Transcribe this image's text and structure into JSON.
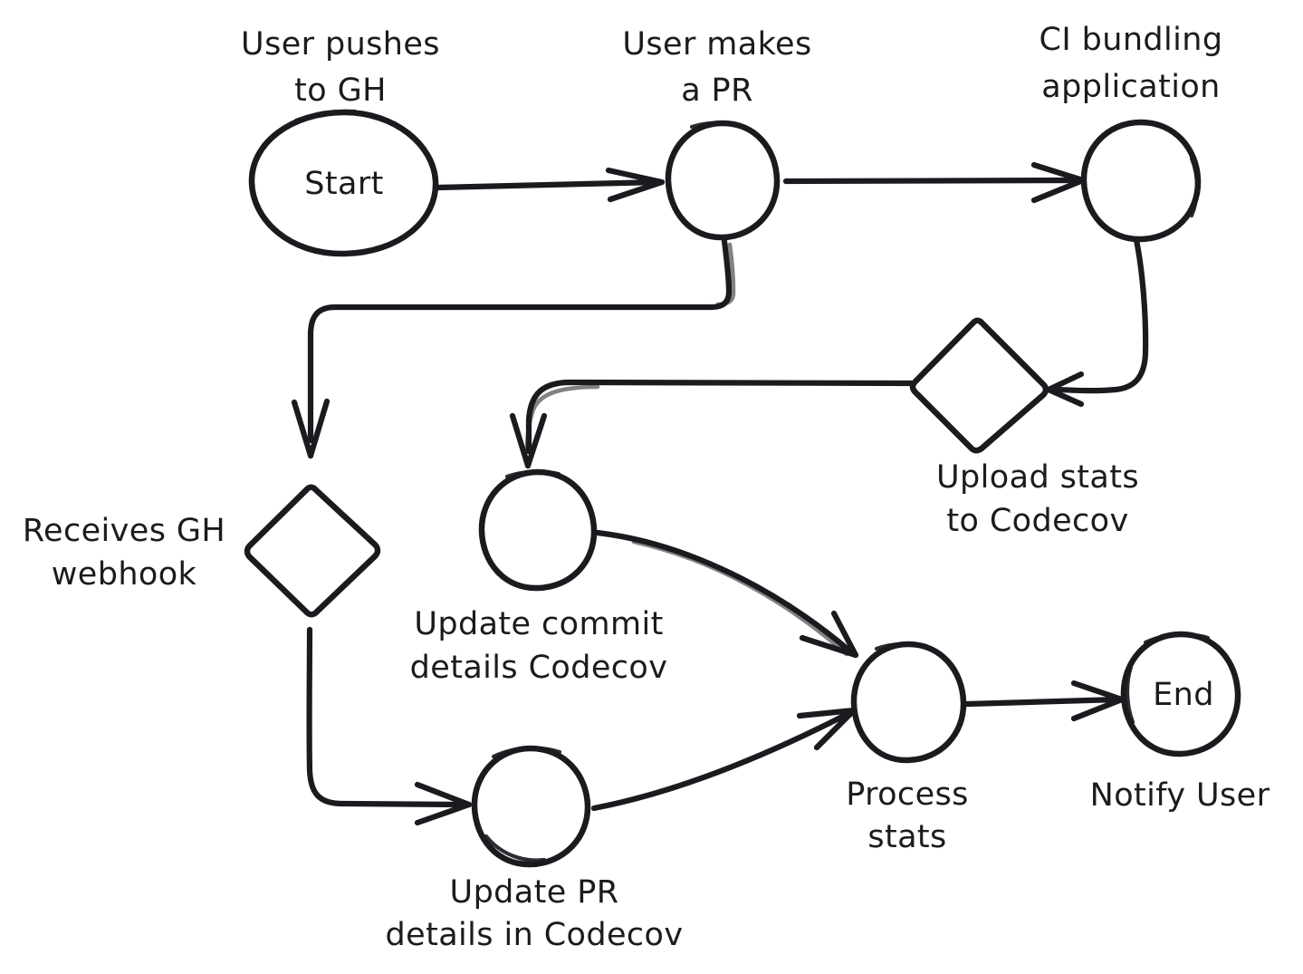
{
  "diagram": {
    "title": "Codecov bundle analysis pipeline flowchart",
    "style": "hand-drawn",
    "background_color": "#ffffff",
    "stroke_color": "#1b1b1f",
    "nodes": [
      {
        "id": "start",
        "shape": "ellipse",
        "inner_text": "Start",
        "label": "User pushes\nto GH",
        "label_line1": "User pushes",
        "label_line2": "to GH",
        "label_position": "above"
      },
      {
        "id": "pr",
        "shape": "circle",
        "inner_text": "",
        "label_line1": "User makes",
        "label_line2": "a PR",
        "label_position": "above"
      },
      {
        "id": "ci",
        "shape": "circle",
        "inner_text": "",
        "label_line1": "CI bundling",
        "label_line2": "application",
        "label_position": "above"
      },
      {
        "id": "upload",
        "shape": "diamond",
        "inner_text": "",
        "label_line1": "Upload stats",
        "label_line2": "to Codecov",
        "label_position": "below"
      },
      {
        "id": "webhook",
        "shape": "diamond",
        "inner_text": "",
        "label_line1": "Receives GH",
        "label_line2": "webhook",
        "label_position": "left"
      },
      {
        "id": "commit",
        "shape": "circle",
        "inner_text": "",
        "label_line1": "Update commit",
        "label_line2": "details Codecov",
        "label_position": "below"
      },
      {
        "id": "updatepr",
        "shape": "circle",
        "inner_text": "",
        "label_line1": "Update PR",
        "label_line2": "details in Codecov",
        "label_position": "below"
      },
      {
        "id": "process",
        "shape": "circle",
        "inner_text": "",
        "label_line1": "Process",
        "label_line2": "stats",
        "label_position": "below"
      },
      {
        "id": "end",
        "shape": "circle",
        "inner_text": "End",
        "label_line1": "Notify User",
        "label_line2": "",
        "label_position": "below"
      }
    ],
    "edges": [
      {
        "from": "start",
        "to": "pr",
        "kind": "straight-arrow"
      },
      {
        "from": "pr",
        "to": "ci",
        "kind": "straight-arrow"
      },
      {
        "from": "pr",
        "to": "webhook",
        "kind": "orthogonal-arrow"
      },
      {
        "from": "ci",
        "to": "upload",
        "kind": "curved-arrow"
      },
      {
        "from": "upload",
        "to": "commit",
        "kind": "orthogonal-arrow"
      },
      {
        "from": "webhook",
        "to": "updatepr",
        "kind": "orthogonal-arrow"
      },
      {
        "from": "commit",
        "to": "process",
        "kind": "curved-arrow"
      },
      {
        "from": "updatepr",
        "to": "process",
        "kind": "curved-arrow"
      },
      {
        "from": "process",
        "to": "end",
        "kind": "straight-arrow"
      }
    ]
  }
}
